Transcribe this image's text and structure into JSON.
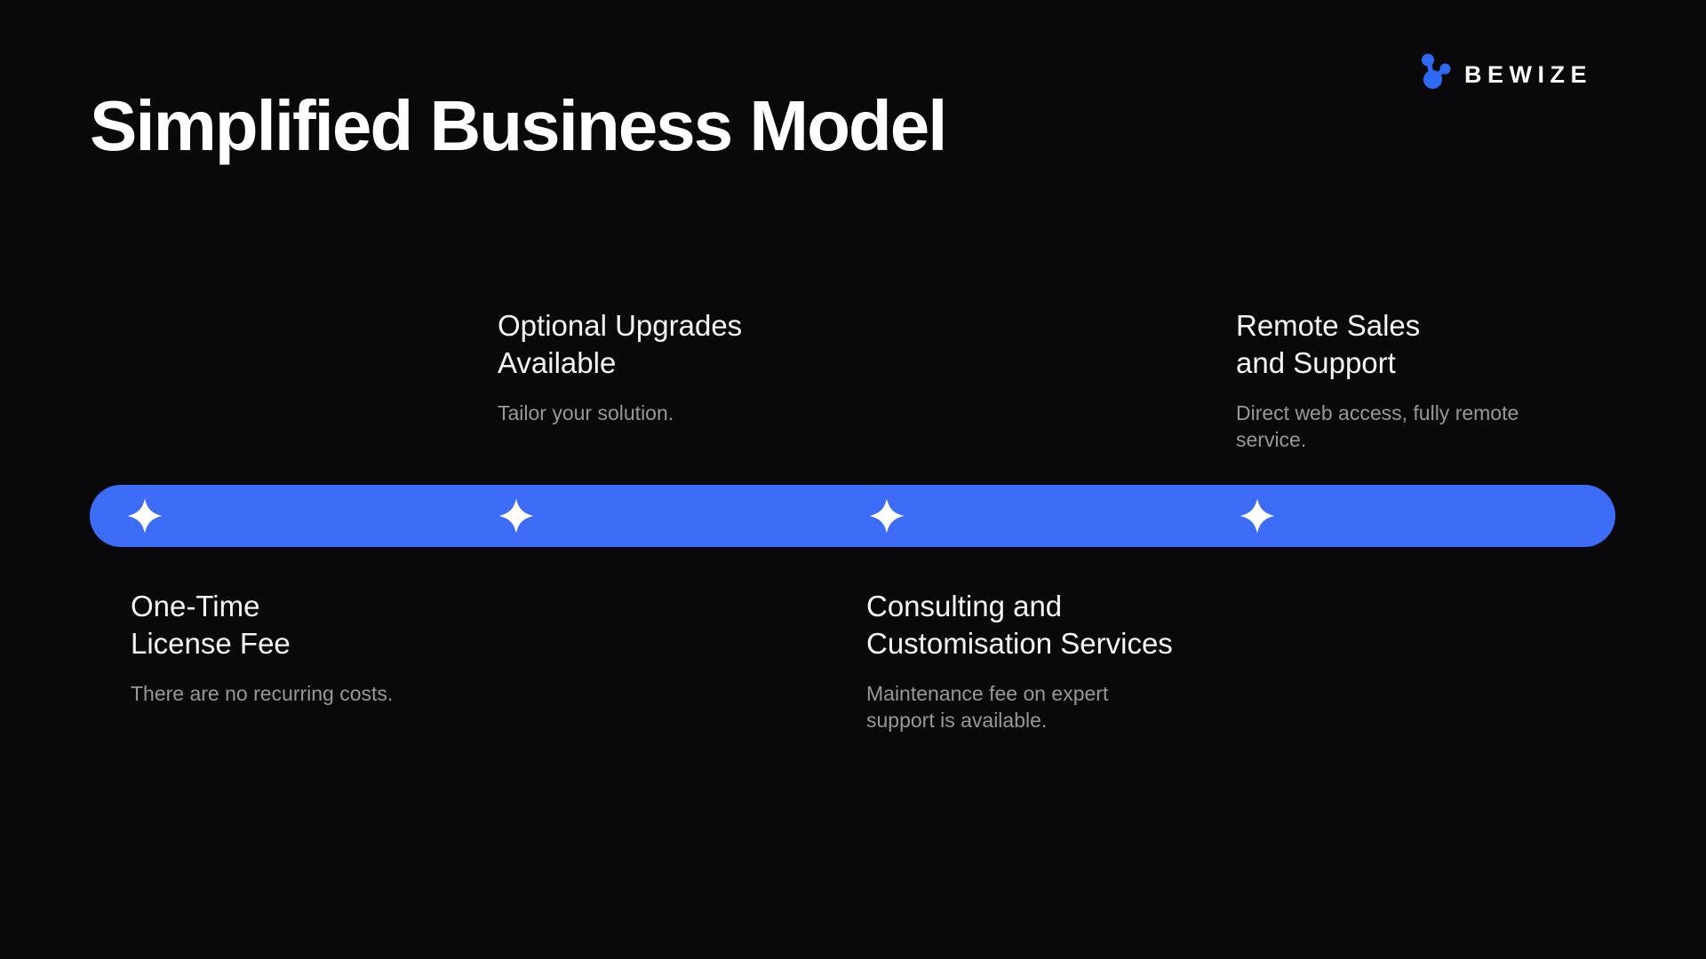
{
  "slide": {
    "title": "Simplified Business Model",
    "background_color": "#09090b",
    "accent_color": "#3d6cf7",
    "text_primary_color": "#f5f5f6",
    "text_secondary_color": "#98989c"
  },
  "brand": {
    "name": "BEWIZE",
    "icon": "molecule-icon",
    "icon_color": "#2f6af6"
  },
  "timeline": {
    "bar_color": "#3d6cf7",
    "marker_icon": "sparkle-icon",
    "marker_color": "#ffffff",
    "milestones": [
      {
        "position": "below-bar",
        "title_lines": [
          "One-Time",
          "License Fee"
        ],
        "description_lines": [
          "There are no recurring costs."
        ]
      },
      {
        "position": "above-bar",
        "title_lines": [
          "Optional Upgrades",
          "Available"
        ],
        "description_lines": [
          "Tailor your solution."
        ]
      },
      {
        "position": "below-bar",
        "title_lines": [
          "Consulting and",
          "Customisation Services"
        ],
        "description_lines": [
          "Maintenance fee on expert",
          "support is available."
        ]
      },
      {
        "position": "above-bar",
        "title_lines": [
          "Remote Sales",
          "and Support"
        ],
        "description_lines": [
          "Direct web access, fully remote",
          "service."
        ]
      }
    ]
  }
}
